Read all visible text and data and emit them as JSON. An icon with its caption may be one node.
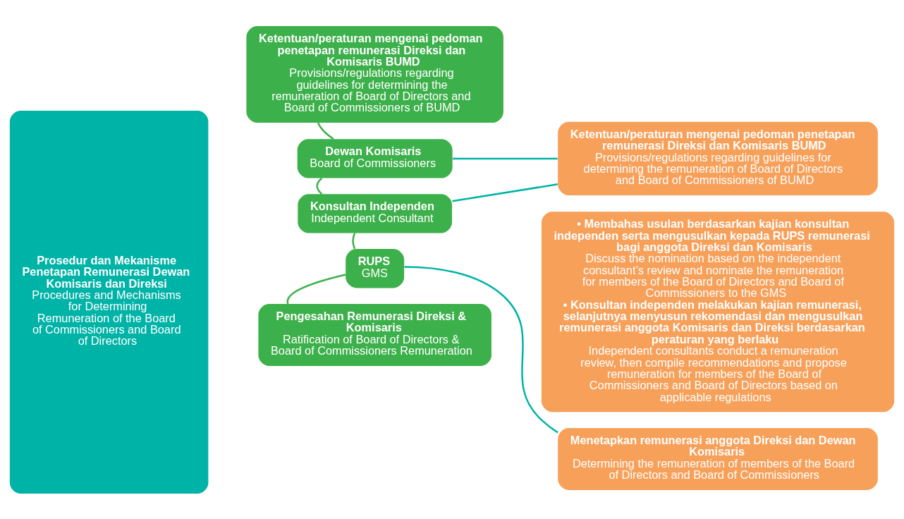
{
  "diagram": {
    "nodes": [
      {
        "text": [
          "Prosedur dan Mekanisme Penetapan Remunerasi Dewan Komisaris dan Direksi",
          "Procedures and Mechanisms for Determining Remuneration of the Board of Commissioners and Board of Directors"
        ]
      },
      {
        "text": [
          "Ketentuan/peraturan mengenai pedoman penetapan remunerasi Direksi dan Komisaris BUMD",
          "Provisions/regulations regarding guidelines for determining the remuneration of Board of Directors and Board of Commissioners of BUMD"
        ]
      },
      {
        "text": [
          "Dewan Komisaris",
          "Board of Commissioners"
        ]
      },
      {
        "text": [
          "Konsultan Independen",
          "Independent Consultant"
        ]
      },
      {
        "text": [
          "RUPS",
          "GMS"
        ]
      },
      {
        "text": [
          "Pengesahan Remunerasi Direksi & Komisaris",
          "Ratification of Board of Directors & Board of Commissioners Remuneration"
        ]
      },
      {
        "text": [
          "Ketentuan/peraturan mengenai pedoman penetapan remunerasi Direksi dan Komisaris BUMD",
          "Provisions/regulations regarding guidelines for determining the remuneration of Board of Directors and Board of Commissioners of BUMD"
        ]
      },
      {
        "text": [
          "• Membahas usulan berdasarkan kajian konsultan independen serta mengusulkan kepada RUPS remunerasi bagi anggota Direksi dan Komisaris",
          "Discuss the nomination based on the independent consultant’s review and nominate the remuneration for members of the Board of Directors and Board of Commissioners to the GMS",
          "• Konsultan independen melakukan kajian remunerasi, selanjutnya menyusun rekomendasi dan mengusulkan remunerasi anggota Komisaris dan Direksi berdasarkan peraturan yang berlaku",
          "Independent consultants conduct a remuneration review, then compile recommendations and propose remuneration for members of the Board of Commissioners and Board of Directors based on applicable regulations"
        ]
      },
      {
        "text": [
          "Menetapkan remunerasi anggota Direksi dan Dewan Komisaris",
          "Determining the remuneration of members of the Board of Directors and Board of Commissioners"
        ]
      }
    ],
    "edges": [
      {
        "from": 1,
        "to": 2,
        "arrow": "none"
      },
      {
        "from": 2,
        "to": 3,
        "arrow": "none"
      },
      {
        "from": 3,
        "to": 4,
        "arrow": "none"
      },
      {
        "from": 4,
        "to": 5,
        "arrow": "none"
      },
      {
        "from": 2,
        "to": 6,
        "arrow": "none",
        "color": "#00b3a7"
      },
      {
        "from": 3,
        "to": 6,
        "arrow": "none",
        "color": "#00b3a7"
      },
      {
        "from": 4,
        "to": 8,
        "arrow": "none",
        "color": "#00b3a7"
      }
    ]
  }
}
